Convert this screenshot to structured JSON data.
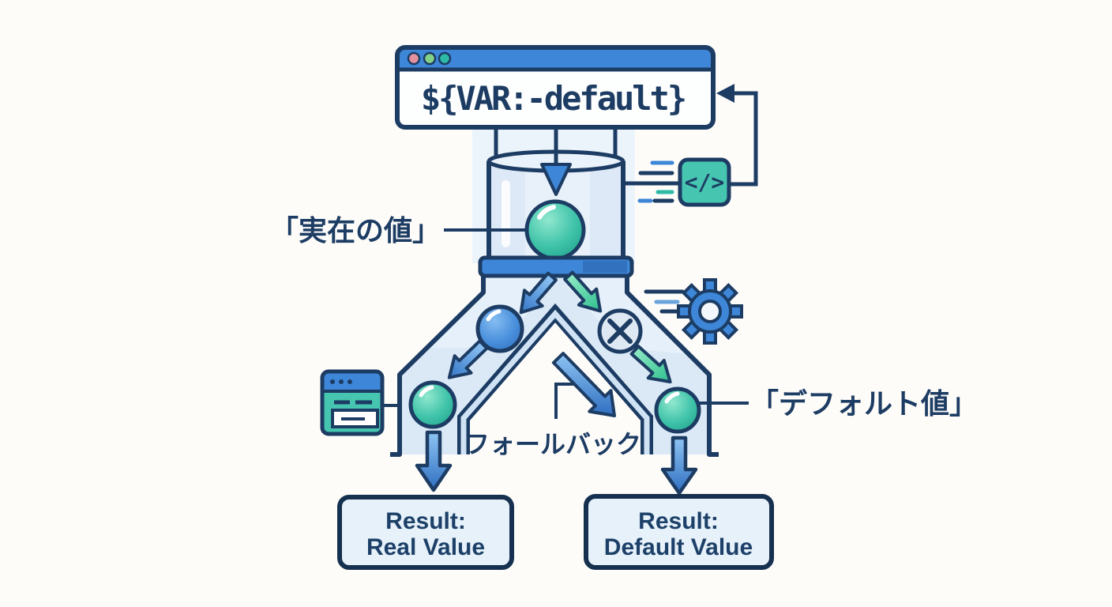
{
  "diagram": {
    "code_window": {
      "expression": "${VAR:-default}",
      "dots": [
        "red-dot",
        "green-dot",
        "teal-dot"
      ]
    },
    "labels": {
      "real_value_jp": "「実在の値」",
      "default_value_jp": "「デフォルト値」",
      "fallback_jp": "フォールバック"
    },
    "results": {
      "left": {
        "line1": "Result:",
        "line2": "Real Value"
      },
      "right": {
        "line1": "Result:",
        "line2": "Default Value"
      }
    },
    "icons": {
      "code_icon_glyph": "</>",
      "gear_icon": "gear",
      "browser_form_icon": "browser-window-with-input",
      "error_icon": "circle-with-x"
    },
    "colors": {
      "background": "#fdfcf9",
      "navy_outline": "#1d3c63",
      "blue_accent": "#3d86d8",
      "blue_dark": "#2e6cb6",
      "light_blue_fill": "#dbe9f7",
      "lighter_blue": "#ecf4fb",
      "teal_accent": "#46c5b1",
      "teal_ball": "#2eb9a0",
      "green_arrow": "#3ecf9a",
      "error_circle_fill": "#dde8f2",
      "result_box_fill": "#e6f1fa",
      "window_dot_red": "#e2919d",
      "window_dot_green": "#82d187",
      "window_dot_teal": "#2cbaa6"
    }
  }
}
